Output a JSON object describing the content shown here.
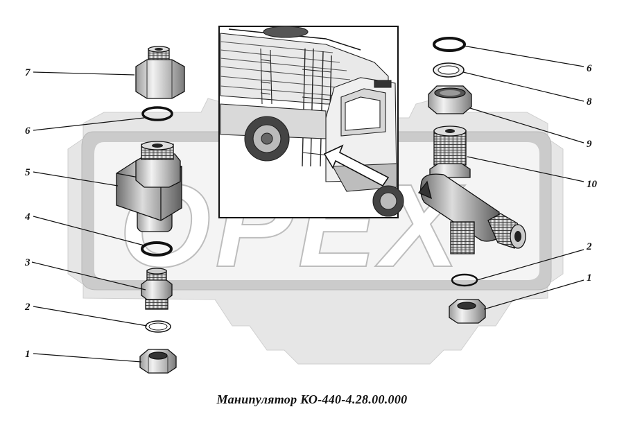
{
  "caption": "Манипулятор КО-440-4.28.00.000",
  "watermark": {
    "text": "OPEX",
    "color": "#d8d8d8",
    "shape": "gear-logo"
  },
  "callouts": [
    {
      "id": "c7-left",
      "label": "7"
    },
    {
      "id": "c6-left",
      "label": "6"
    },
    {
      "id": "c5-left",
      "label": "5"
    },
    {
      "id": "c4-left",
      "label": "4"
    },
    {
      "id": "c3-left",
      "label": "3"
    },
    {
      "id": "c2-left",
      "label": "2"
    },
    {
      "id": "c1-left",
      "label": "1"
    },
    {
      "id": "c6-right",
      "label": "6"
    },
    {
      "id": "c8-right",
      "label": "8"
    },
    {
      "id": "c9-right",
      "label": "9"
    },
    {
      "id": "c10-right",
      "label": "10"
    },
    {
      "id": "c2-right",
      "label": "2"
    },
    {
      "id": "c1-right",
      "label": "1"
    }
  ],
  "inset": {
    "subject": "garbage-truck-manipulator-location",
    "arrow": "pointer-arrow"
  }
}
